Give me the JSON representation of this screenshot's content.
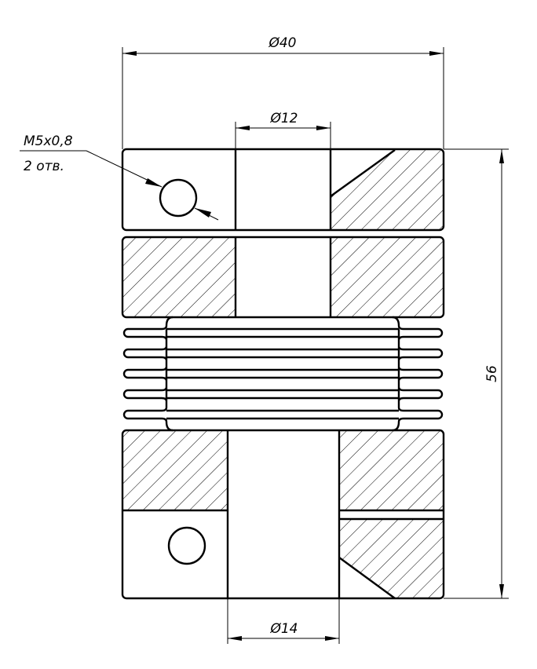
{
  "drawing": {
    "title": "Bellows coupling section",
    "dimensions": {
      "outer_diameter": "Ø40",
      "bore_top": "Ø12",
      "bore_bottom": "Ø14",
      "length": "56"
    },
    "callout": {
      "thread": "M5x0,8",
      "count": "2 отв."
    },
    "colors": {
      "line": "#000000",
      "background": "#ffffff"
    }
  }
}
